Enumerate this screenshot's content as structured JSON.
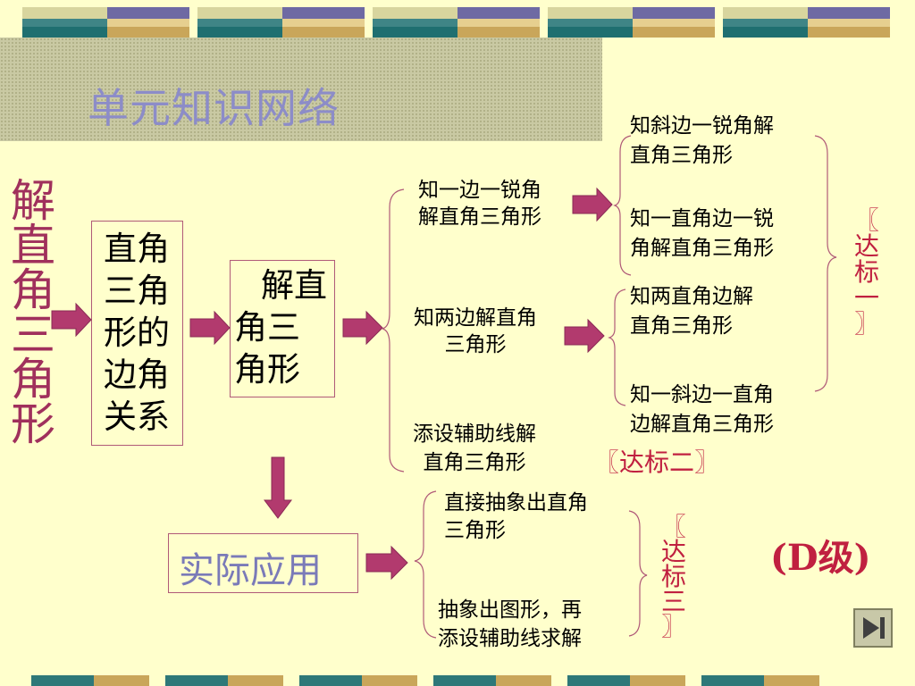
{
  "title": "单元知识网络",
  "left_vertical": [
    "解",
    "直",
    "角",
    "三",
    "角",
    "形"
  ],
  "box1_lines": [
    "直角",
    "三角",
    "形的",
    "边角",
    "关系"
  ],
  "box2_lines": [
    "解直",
    "角三",
    "角形"
  ],
  "mid_items": {
    "one_side": [
      "知一边一锐角",
      "解直角三角形"
    ],
    "two_sides": [
      "知两边解直角",
      "三角形"
    ],
    "aux_line": [
      "添设辅助线解",
      "直角三角形"
    ]
  },
  "right_items": {
    "hyp_acute": [
      "知斜边一锐角解",
      "直角三角形"
    ],
    "leg_acute": [
      "知一直角边一锐",
      "角解直角三角形"
    ],
    "two_legs": [
      "知两直角边解",
      "直角三角形"
    ],
    "hyp_leg": [
      "知一斜边一直角",
      "边解直角三角形"
    ]
  },
  "level_one": [
    "〖",
    "达",
    "标",
    "一",
    "〗"
  ],
  "level_two": "〖达标二〗",
  "application": "实际应用",
  "app_items": {
    "direct": [
      "直接抽象出直角",
      "三角形"
    ],
    "abstract": [
      "抽象出图形，再",
      "添设辅助线求解"
    ]
  },
  "level_three": [
    "〖",
    "达",
    "标",
    "三",
    "〗"
  ],
  "grade": "(D级)",
  "colors": {
    "background": "#FFFFCC",
    "arrow": "#B23A6E",
    "title": "#8C8CC8",
    "accent": "#A0305C",
    "application_text": "#7A7AB8",
    "level_text": "#C02040"
  },
  "icons": {
    "nav": "play-end-icon"
  }
}
